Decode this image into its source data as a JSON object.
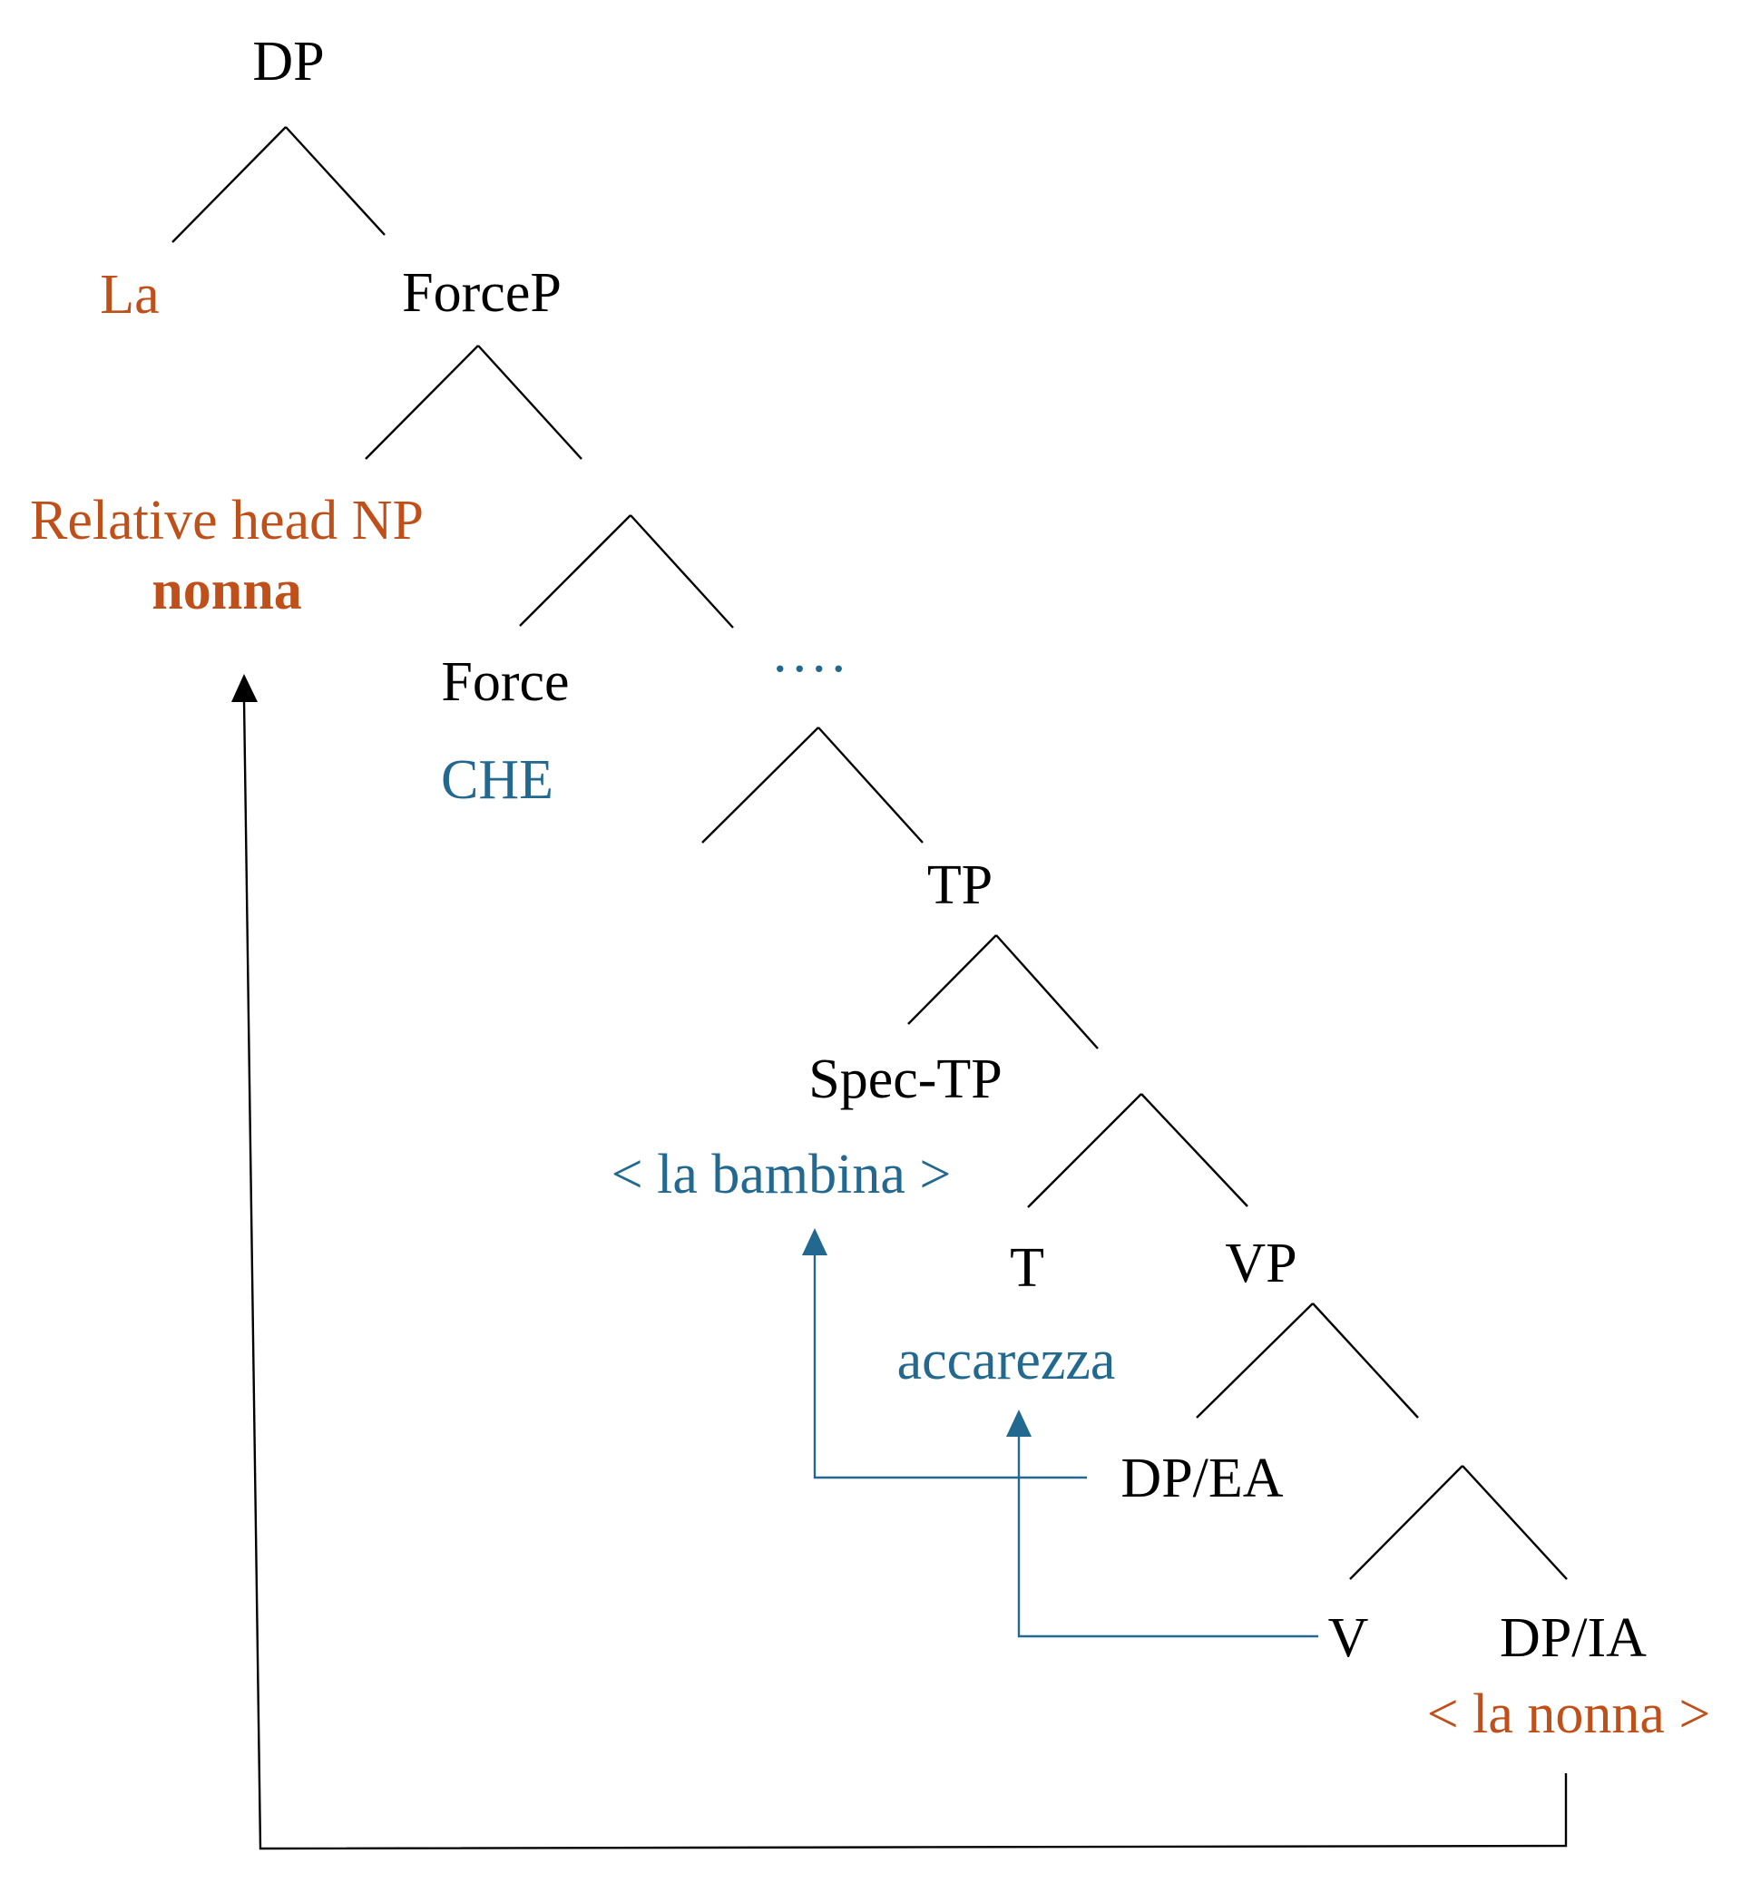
{
  "colors": {
    "black": "#000000",
    "head_orange": "#c0501a",
    "moved_blue": "#22688f"
  },
  "nodes": {
    "dp_root": "DP",
    "la": "La",
    "forcep": "ForceP",
    "relative_head": "Relative head NP",
    "relative_head_word": "nonna",
    "force": "Force",
    "che": "CHE",
    "ellipsis": "....",
    "tp": "TP",
    "spec_tp": "Spec-TP",
    "la_bambina": "< la bambina >",
    "t": "T",
    "accarezza": "accarezza",
    "vp": "VP",
    "dp_ea": "DP/EA",
    "v": "V",
    "dp_ia": "DP/IA",
    "la_nonna": "< la nonna >"
  }
}
